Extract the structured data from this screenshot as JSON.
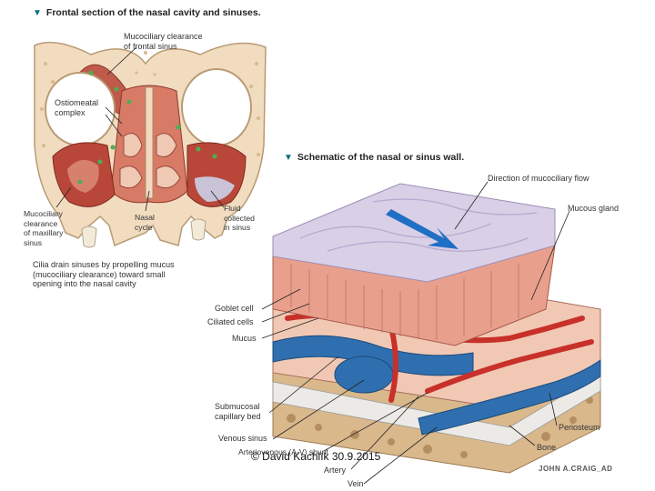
{
  "panel1": {
    "title": "Frontal section of the nasal cavity and sinuses.",
    "labels": {
      "frontal": "Mucociliary clearance\nof frontal sinus",
      "ostiomeatal": "Ostiomeatal\ncomplex",
      "maxillary": "Mucociliary\nclearance\nof maxillary\nsinus",
      "nasal_cycle": "Nasal\ncycle",
      "fluid": "Fluid\ncollected\nin sinus"
    },
    "caption": "Cilia drain sinuses by propelling mucus\n(mucociliary clearance) toward small\nopening into the nasal cavity"
  },
  "panel2": {
    "title": "Schematic of the nasal or sinus wall.",
    "labels": {
      "direction": "Direction of mucociliary flow",
      "mucous_gland": "Mucous gland",
      "goblet": "Goblet cell",
      "ciliated": "Ciliated cells",
      "mucus": "Mucus",
      "submucosal": "Submucosal\ncapillary bed",
      "venous": "Venous sinus",
      "arteriovenous": "Arteriovenous (A-V) shunt",
      "artery": "Artery",
      "vein": "Vein",
      "periosteum": "Periosteum",
      "bone": "Bone"
    }
  },
  "copyright": "© David Kachlík 30.9.2015",
  "signature": "JOHN A.CRAIG_AD",
  "icons": {
    "title_marker": "triangle-down-icon"
  },
  "colors": {
    "title_marker": "#0a6f7a",
    "artery": "#c8302a",
    "vein": "#2f6fb0",
    "mucosa": "#e8a08c",
    "mucus_surface": "#d9cfe6"
  }
}
